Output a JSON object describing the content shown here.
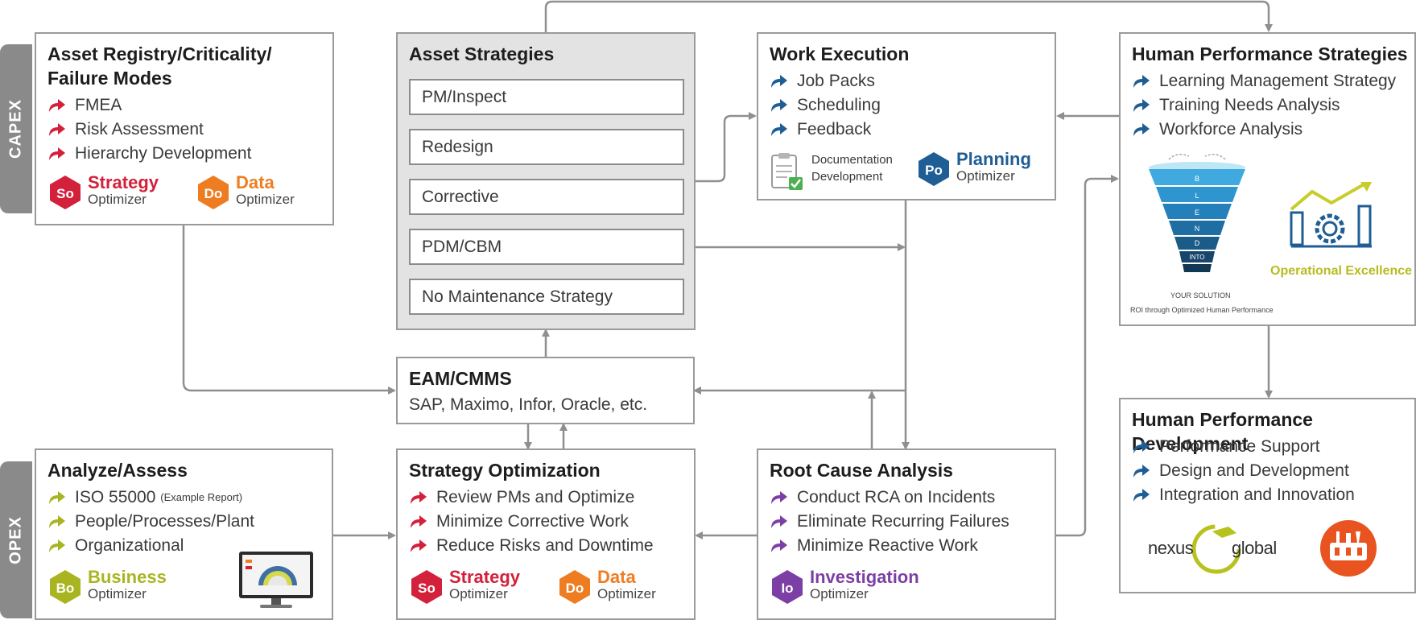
{
  "side_labels": {
    "capex": "CAPEX",
    "opex": "OPEX"
  },
  "asset_registry": {
    "title_line1": "Asset Registry/Criticality/",
    "title_line2": "Failure Modes",
    "items": [
      "FMEA",
      "Risk Assessment",
      "Hierarchy Development"
    ],
    "logos": [
      {
        "abbr": "So",
        "name": "Strategy",
        "sub": "Optimizer",
        "color": "#d3203b"
      },
      {
        "abbr": "Do",
        "name": "Data",
        "sub": "Optimizer",
        "color": "#ee7d22"
      }
    ]
  },
  "asset_strategies": {
    "title": "Asset Strategies",
    "items": [
      "PM/Inspect",
      "Redesign",
      "Corrective",
      "PDM/CBM",
      "No Maintenance Strategy"
    ]
  },
  "work_execution": {
    "title": "Work Execution",
    "items": [
      "Job Packs",
      "Scheduling",
      "Feedback"
    ],
    "doc_line1": "Documentation",
    "doc_line2": "Development",
    "logo": {
      "abbr": "Po",
      "name": "Planning",
      "sub": "Optimizer",
      "color": "#1f5e94"
    }
  },
  "human_performance_strategies": {
    "title": "Human Performance Strategies",
    "items": [
      "Learning Management Strategy",
      "Training Needs Analysis",
      "Workforce Analysis"
    ],
    "funnel_letters": [
      "B",
      "L",
      "E",
      "N",
      "D",
      "INTO"
    ],
    "funnel_caption1": "YOUR SOLUTION",
    "funnel_caption2": "ROI through Optimized Human Performance",
    "opex_label": "Operational Excellence"
  },
  "eam": {
    "title": "EAM/CMMS",
    "subtitle": "SAP, Maximo, Infor, Oracle, etc."
  },
  "analyze": {
    "title": "Analyze/Assess",
    "items": [
      "ISO 55000",
      "People/Processes/Plant",
      "Organizational"
    ],
    "item0_note": "(Example Report)",
    "logo": {
      "abbr": "Bo",
      "name": "Business",
      "sub": "Optimizer",
      "color": "#a8b520"
    }
  },
  "strategy_optimization": {
    "title": "Strategy Optimization",
    "items": [
      "Review PMs and Optimize",
      "Minimize Corrective Work",
      "Reduce Risks and Downtime"
    ],
    "logos": [
      {
        "abbr": "So",
        "name": "Strategy",
        "sub": "Optimizer",
        "color": "#d3203b"
      },
      {
        "abbr": "Do",
        "name": "Data",
        "sub": "Optimizer",
        "color": "#ee7d22"
      }
    ]
  },
  "rca": {
    "title": "Root Cause Analysis",
    "items": [
      "Conduct RCA on Incidents",
      "Eliminate Recurring Failures",
      "Minimize Reactive Work"
    ],
    "logo": {
      "abbr": "Io",
      "name": "Investigation",
      "sub": "Optimizer",
      "color": "#7c3fa5"
    }
  },
  "hp_development": {
    "title": "Human Performance Development",
    "items": [
      "Performance Support",
      "Design and Development",
      "Integration and Innovation"
    ],
    "nexus_left": "nexus",
    "nexus_right": "global"
  },
  "colors": {
    "red_arrow": "#d3203b",
    "blue_arrow": "#1f5e94",
    "green_arrow": "#a8b520",
    "purple_arrow": "#7c3fa5",
    "connector": "#8f8f8f"
  }
}
